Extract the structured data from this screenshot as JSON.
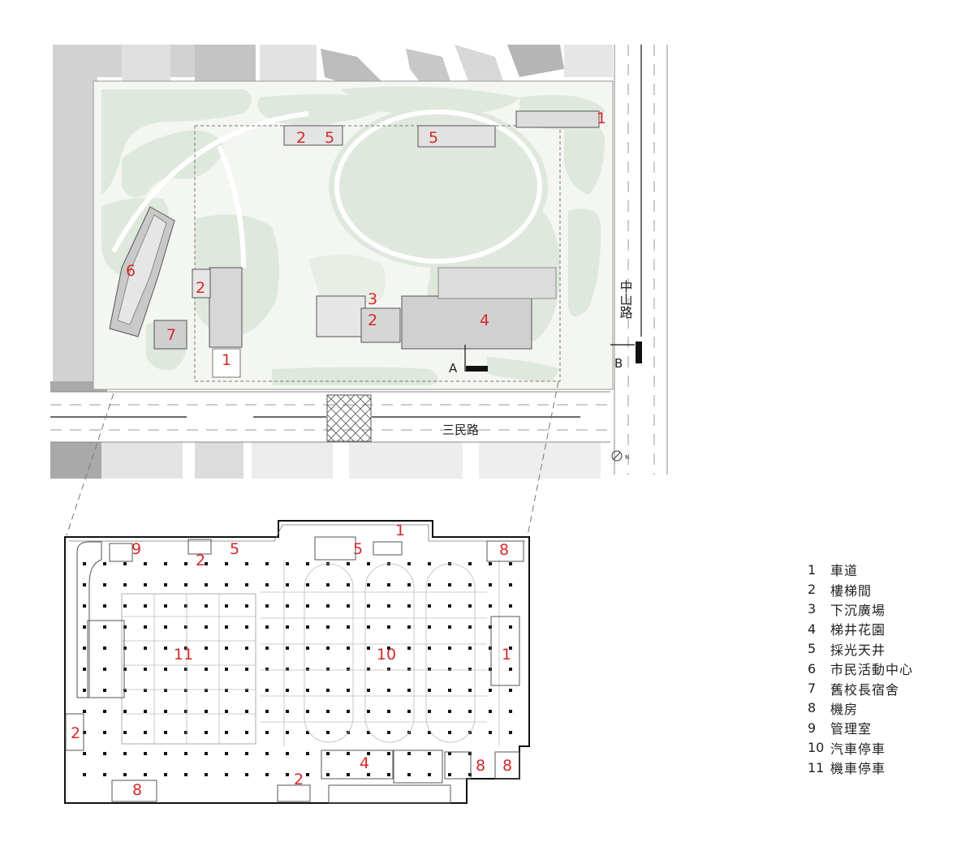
{
  "site_plan": {
    "street_east": "中山路",
    "street_south": "三民路",
    "section_marks": {
      "a": "A",
      "b": "B"
    },
    "north_label": "N",
    "markers": [
      {
        "id": "m-1-ne",
        "text": "1"
      },
      {
        "id": "m-2-top",
        "text": "2"
      },
      {
        "id": "m-5-top-left",
        "text": "5"
      },
      {
        "id": "m-5-top-right",
        "text": "5"
      },
      {
        "id": "m-6",
        "text": "6"
      },
      {
        "id": "m-2-west",
        "text": "2"
      },
      {
        "id": "m-3",
        "text": "3"
      },
      {
        "id": "m-2-center",
        "text": "2"
      },
      {
        "id": "m-4",
        "text": "4"
      },
      {
        "id": "m-7",
        "text": "7"
      },
      {
        "id": "m-1-south",
        "text": "1"
      }
    ]
  },
  "basement_plan": {
    "markers": [
      {
        "id": "b-1-top",
        "text": "1"
      },
      {
        "id": "b-9",
        "text": "9"
      },
      {
        "id": "b-2-top",
        "text": "2"
      },
      {
        "id": "b-5-left",
        "text": "5"
      },
      {
        "id": "b-5-right",
        "text": "5"
      },
      {
        "id": "b-8-top-right",
        "text": "8"
      },
      {
        "id": "b-11",
        "text": "11"
      },
      {
        "id": "b-10",
        "text": "10"
      },
      {
        "id": "b-1-right",
        "text": "1"
      },
      {
        "id": "b-2-left",
        "text": "2"
      },
      {
        "id": "b-4",
        "text": "4"
      },
      {
        "id": "b-2-bottom",
        "text": "2"
      },
      {
        "id": "b-8-bottom-left",
        "text": "8"
      },
      {
        "id": "b-8-bottom-right-a",
        "text": "8"
      },
      {
        "id": "b-8-bottom-right-b",
        "text": "8"
      }
    ]
  },
  "legend": [
    {
      "num": "1",
      "label": "車道"
    },
    {
      "num": "2",
      "label": "樓梯間"
    },
    {
      "num": "3",
      "label": "下沉廣場"
    },
    {
      "num": "4",
      "label": "梯井花園"
    },
    {
      "num": "5",
      "label": "採光天井"
    },
    {
      "num": "6",
      "label": "市民活動中心"
    },
    {
      "num": "7",
      "label": "舊校長宿舍"
    },
    {
      "num": "8",
      "label": "機房"
    },
    {
      "num": "9",
      "label": "管理室"
    },
    {
      "num": "10",
      "label": "汽車停車"
    },
    {
      "num": "11",
      "label": "機車停車"
    }
  ],
  "colors": {
    "park_green": "#dfe8dc",
    "building_gray": "#cfcfcf",
    "marker_red": "#d42a2a",
    "line": "#222222"
  }
}
